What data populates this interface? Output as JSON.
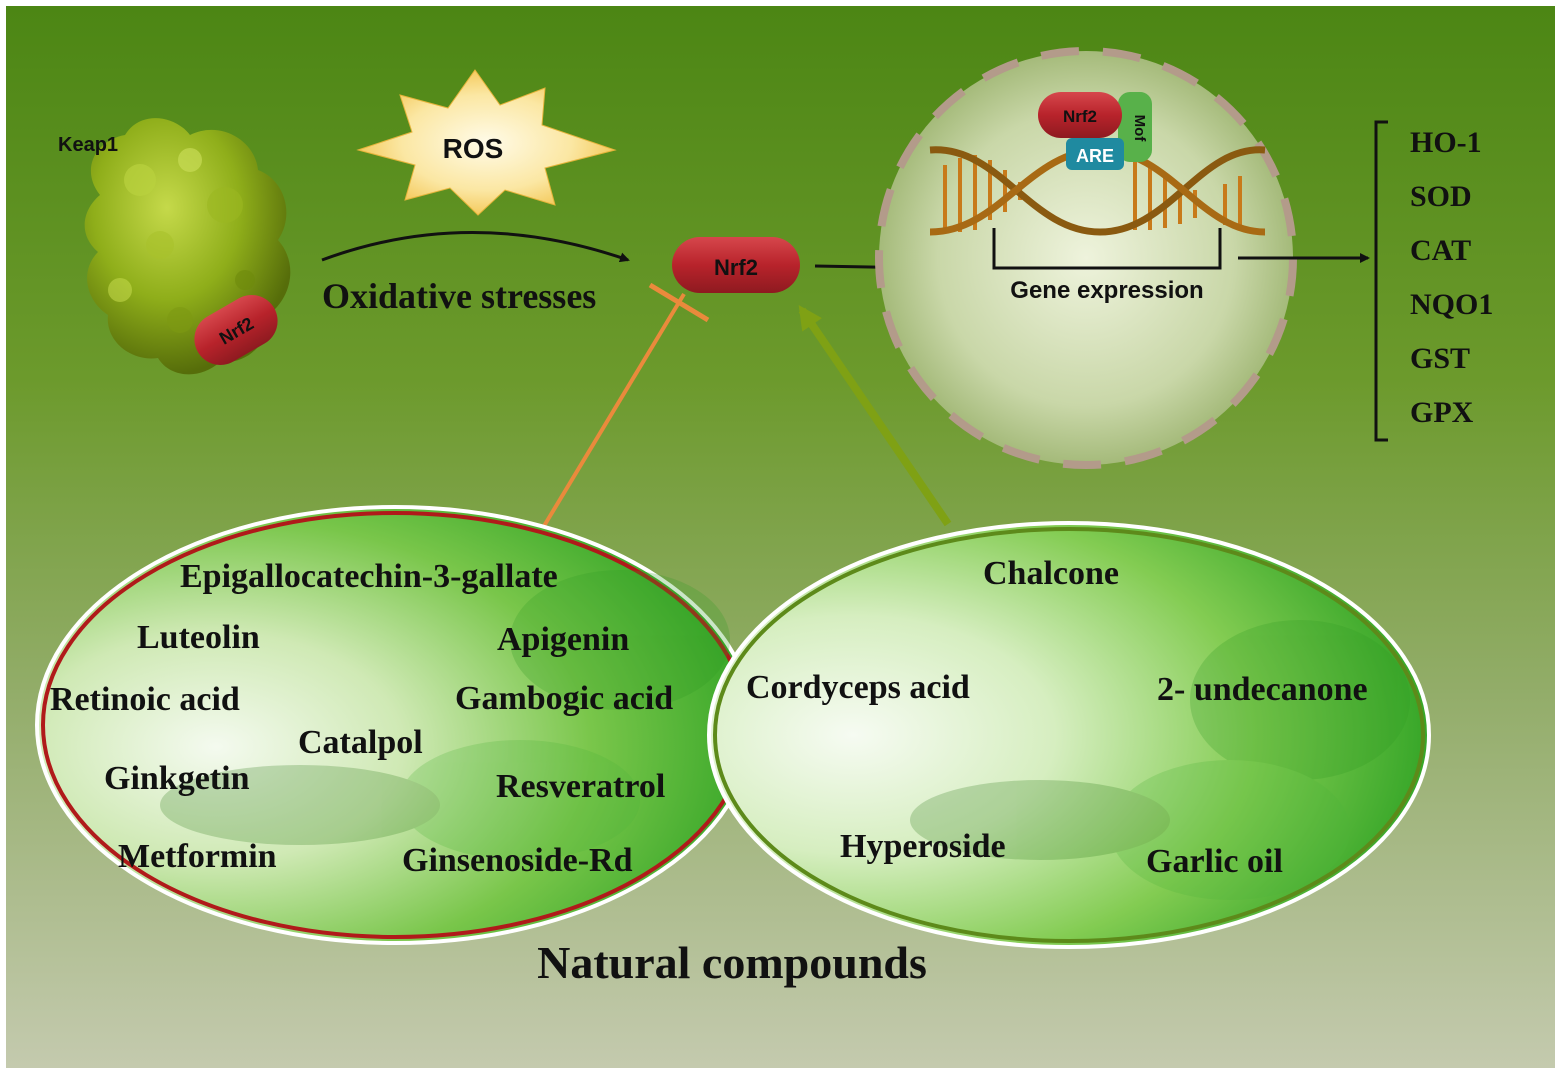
{
  "labels": {
    "keap1": "Keap1",
    "nrf2_bound": "Nrf2",
    "ros": "ROS",
    "oxidative_stresses": "Oxidative stresses",
    "nrf2_center": "Nrf2",
    "nrf2_nucleus": "Nrf2",
    "mof": "Mof",
    "are": "ARE",
    "gene_expression": "Gene expression",
    "natural_compounds": "Natural compounds"
  },
  "target_genes": [
    "HO-1",
    "SOD",
    "CAT",
    "NQO1",
    "GST",
    "GPX"
  ],
  "inhibitors": [
    "Epigallocatechin-3-gallate",
    "Luteolin",
    "Apigenin",
    "Retinoic acid",
    "Gambogic acid",
    "Catalpol",
    "Ginkgetin",
    "Resveratrol",
    "Metformin",
    "Ginsenoside-Rd"
  ],
  "activators": [
    "Chalcone",
    "Cordyceps acid",
    "2- undecanone",
    "Hyperoside",
    "Garlic oil"
  ],
  "colors": {
    "background_top": "#4f8a17",
    "background_bottom": "#c3c9ab",
    "protein_red": "#b8232b",
    "keap1_green": "#7ea313",
    "inhibition_orange": "#ea8a3c",
    "activation_green": "#7fa114",
    "left_oval_border": "#b01a1a",
    "right_oval_border": "#5d8a1a",
    "dna_strand": "#8a5a10",
    "are_teal": "#1f8aa0",
    "mof_green": "#58b14a"
  }
}
